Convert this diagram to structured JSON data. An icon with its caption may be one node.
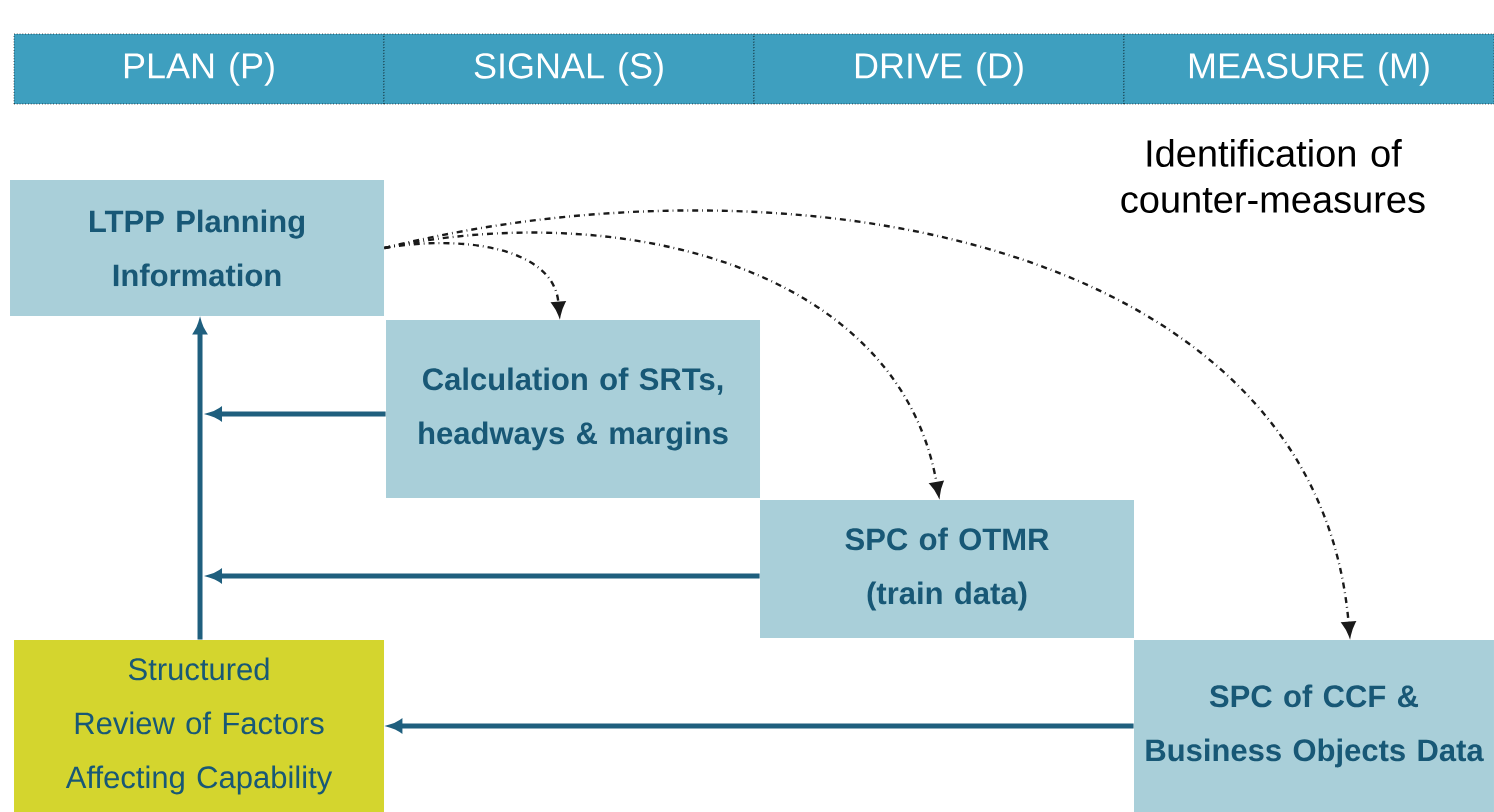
{
  "diagram": {
    "nodes": [
      {
        "text": [
          "PLAN (P)"
        ]
      },
      {
        "text": [
          "SIGNAL (S)"
        ]
      },
      {
        "text": [
          "DRIVE (D)"
        ]
      },
      {
        "text": [
          "MEASURE (M)"
        ]
      },
      {
        "text": [
          "LTPP Planning Information"
        ]
      },
      {
        "text": [
          "Calculation of SRTs, headways & margins"
        ]
      },
      {
        "text": [
          "SPC of OTMR (train data)"
        ]
      },
      {
        "text": [
          "Structured Review of Factors Affecting Capability"
        ]
      },
      {
        "text": [
          "SPC of CCF & Business Objects Data"
        ]
      }
    ],
    "edges": [
      {
        "from": 4,
        "to": 5,
        "arrow": "to",
        "style": "dashed",
        "color": "#1a1a1a"
      },
      {
        "from": 4,
        "to": 6,
        "arrow": "to",
        "style": "dashed",
        "color": "#1a1a1a"
      },
      {
        "from": 4,
        "to": 8,
        "arrow": "to",
        "style": "dashed",
        "color": "#1a1a1a"
      },
      {
        "from": 5,
        "to": null,
        "arrow": "to"
      },
      {
        "from": 6,
        "to": null,
        "arrow": "to"
      },
      {
        "from": 8,
        "to": 7,
        "arrow": "to"
      },
      {
        "from": 7,
        "to": 4,
        "arrow": "to"
      }
    ],
    "labels": [
      "Identification of counter-measures"
    ]
  }
}
